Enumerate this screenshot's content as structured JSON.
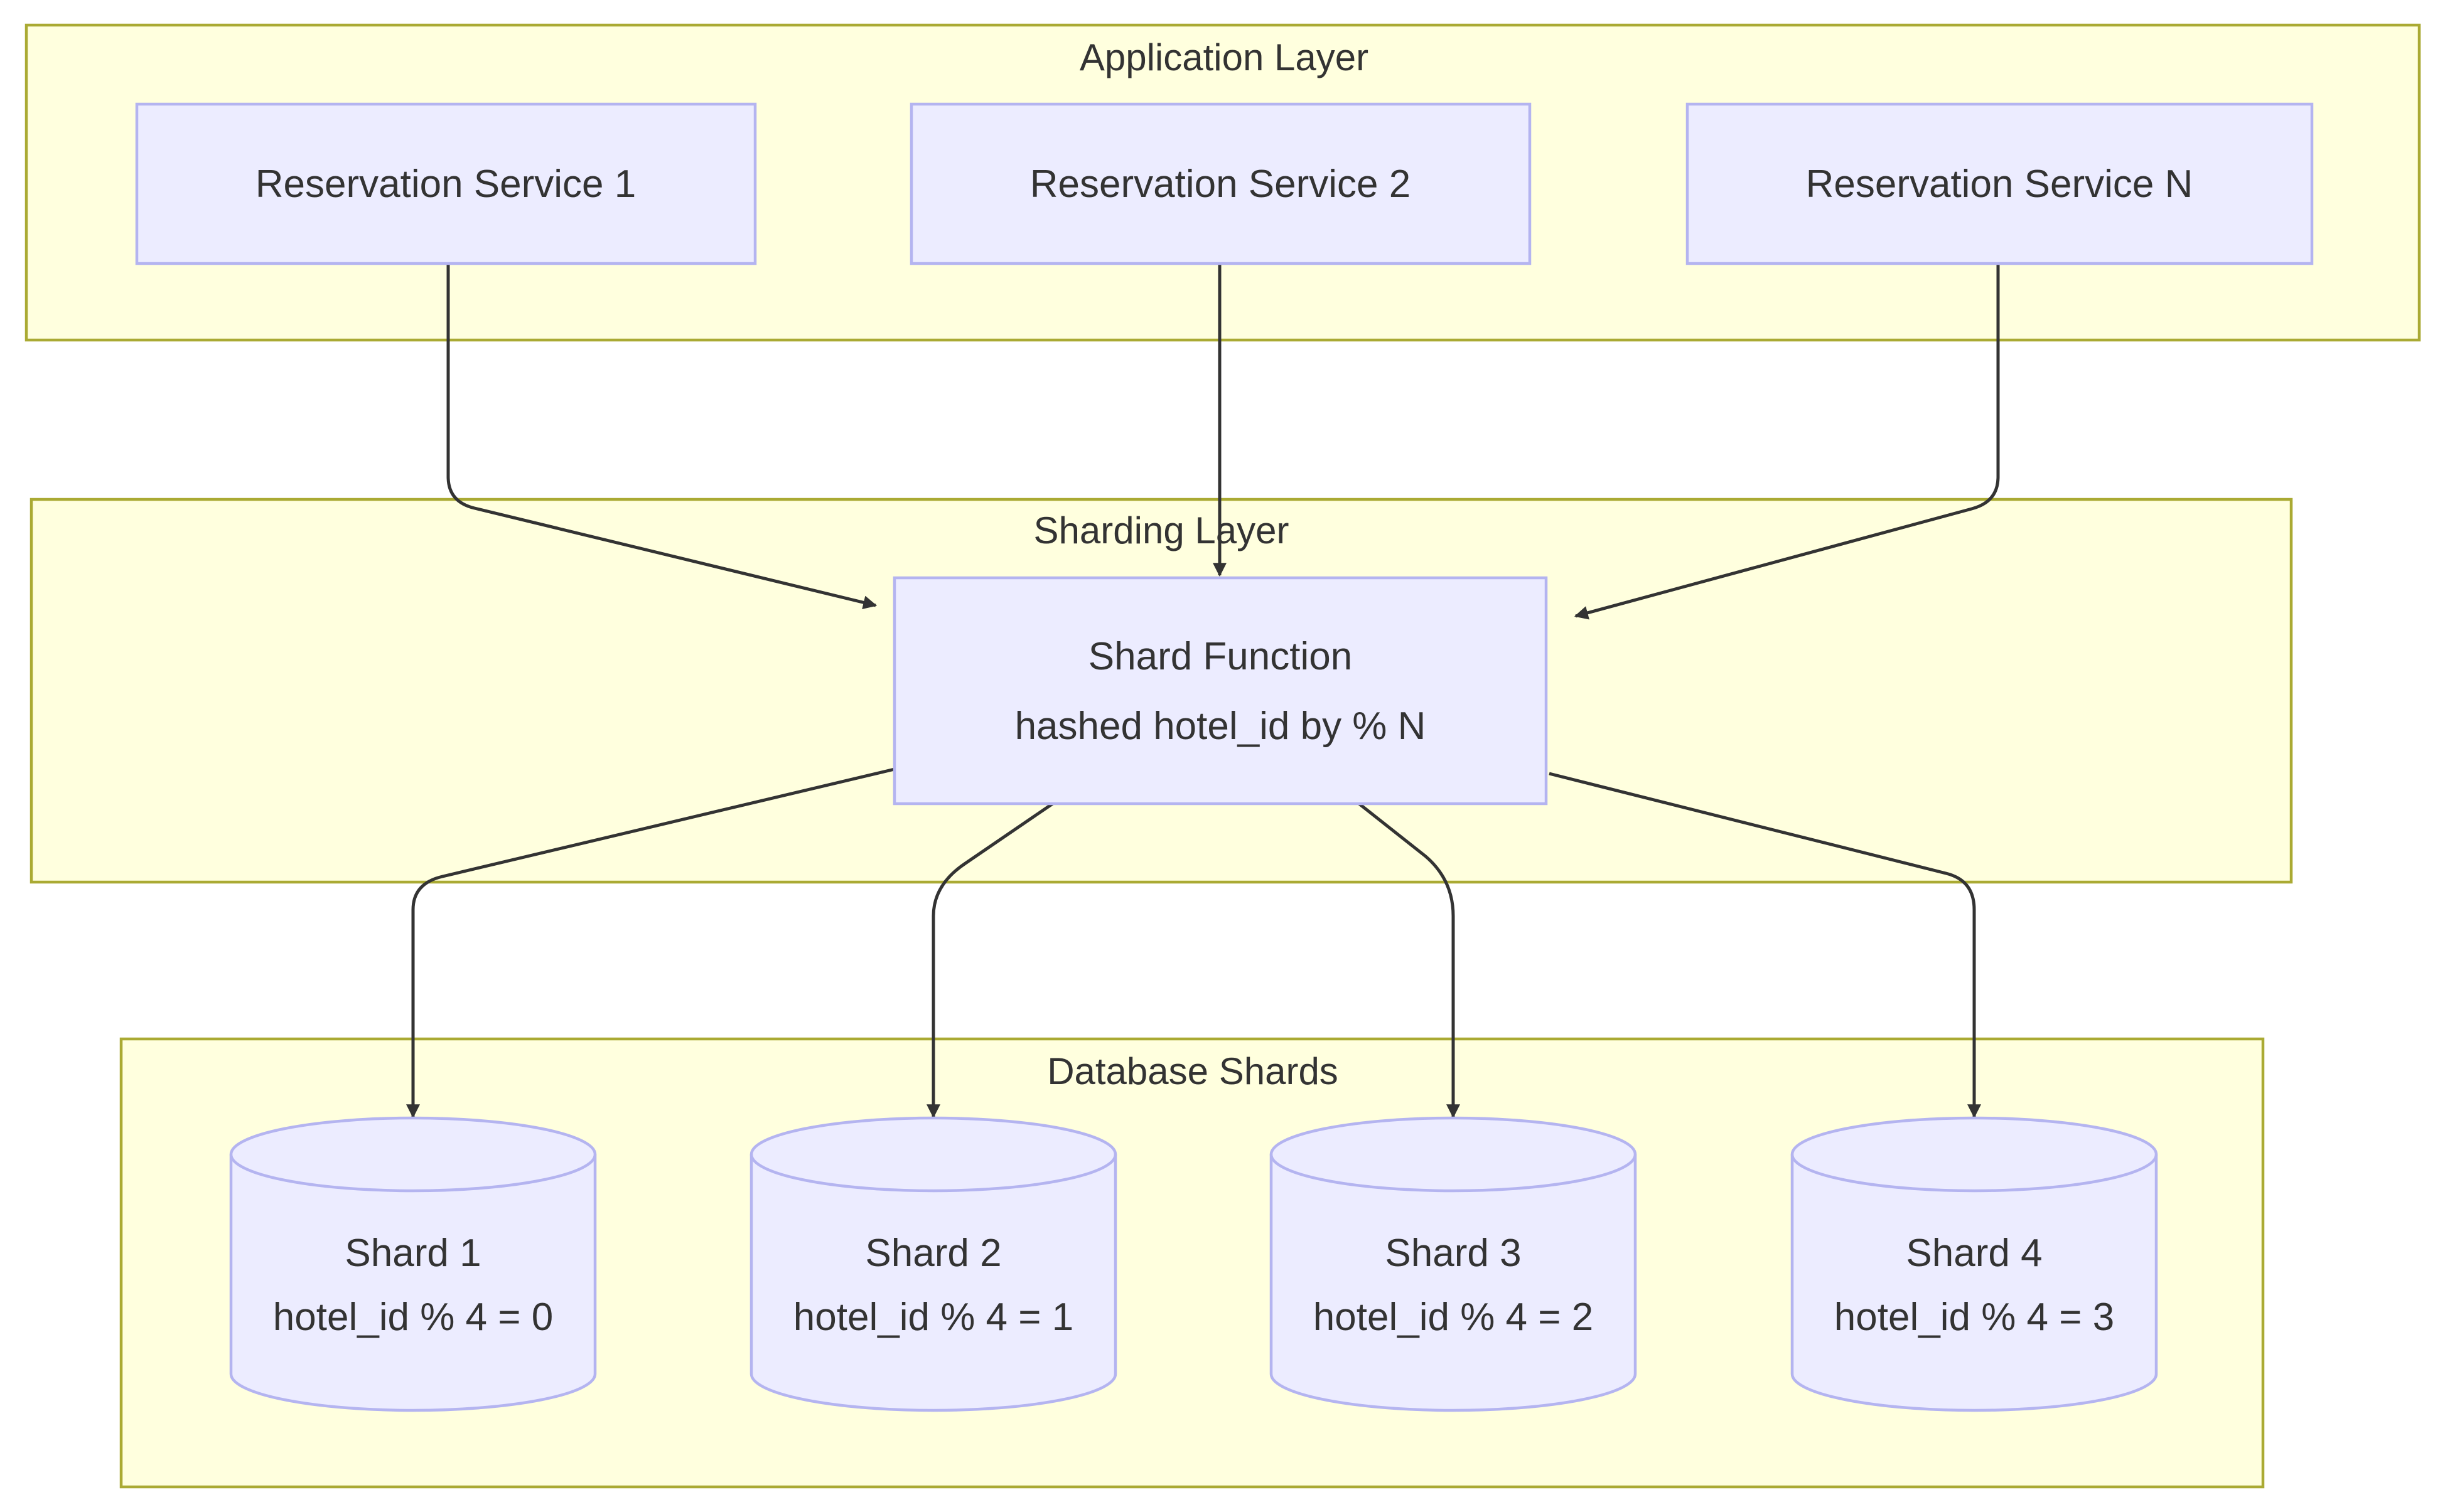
{
  "clusters": {
    "application": {
      "title": "Application Layer"
    },
    "sharding": {
      "title": "Sharding Layer"
    },
    "database": {
      "title": "Database Shards"
    }
  },
  "nodes": {
    "service_1": {
      "label": "Reservation Service 1"
    },
    "service_2": {
      "label": "Reservation Service 2"
    },
    "service_n": {
      "label": "Reservation Service N"
    },
    "shard_function": {
      "line1": "Shard Function",
      "line2": "hashed hotel_id by % N"
    },
    "shard_1": {
      "line1": "Shard 1",
      "line2": "hotel_id % 4 = 0"
    },
    "shard_2": {
      "line1": "Shard 2",
      "line2": "hotel_id % 4 = 1"
    },
    "shard_3": {
      "line1": "Shard 3",
      "line2": "hotel_id % 4 = 2"
    },
    "shard_4": {
      "line1": "Shard 4",
      "line2": "hotel_id % 4 = 3"
    }
  },
  "edges": [
    {
      "from": "service_1",
      "to": "shard_function"
    },
    {
      "from": "service_2",
      "to": "shard_function"
    },
    {
      "from": "service_n",
      "to": "shard_function"
    },
    {
      "from": "shard_function",
      "to": "shard_1"
    },
    {
      "from": "shard_function",
      "to": "shard_2"
    },
    {
      "from": "shard_function",
      "to": "shard_3"
    },
    {
      "from": "shard_function",
      "to": "shard_4"
    }
  ]
}
